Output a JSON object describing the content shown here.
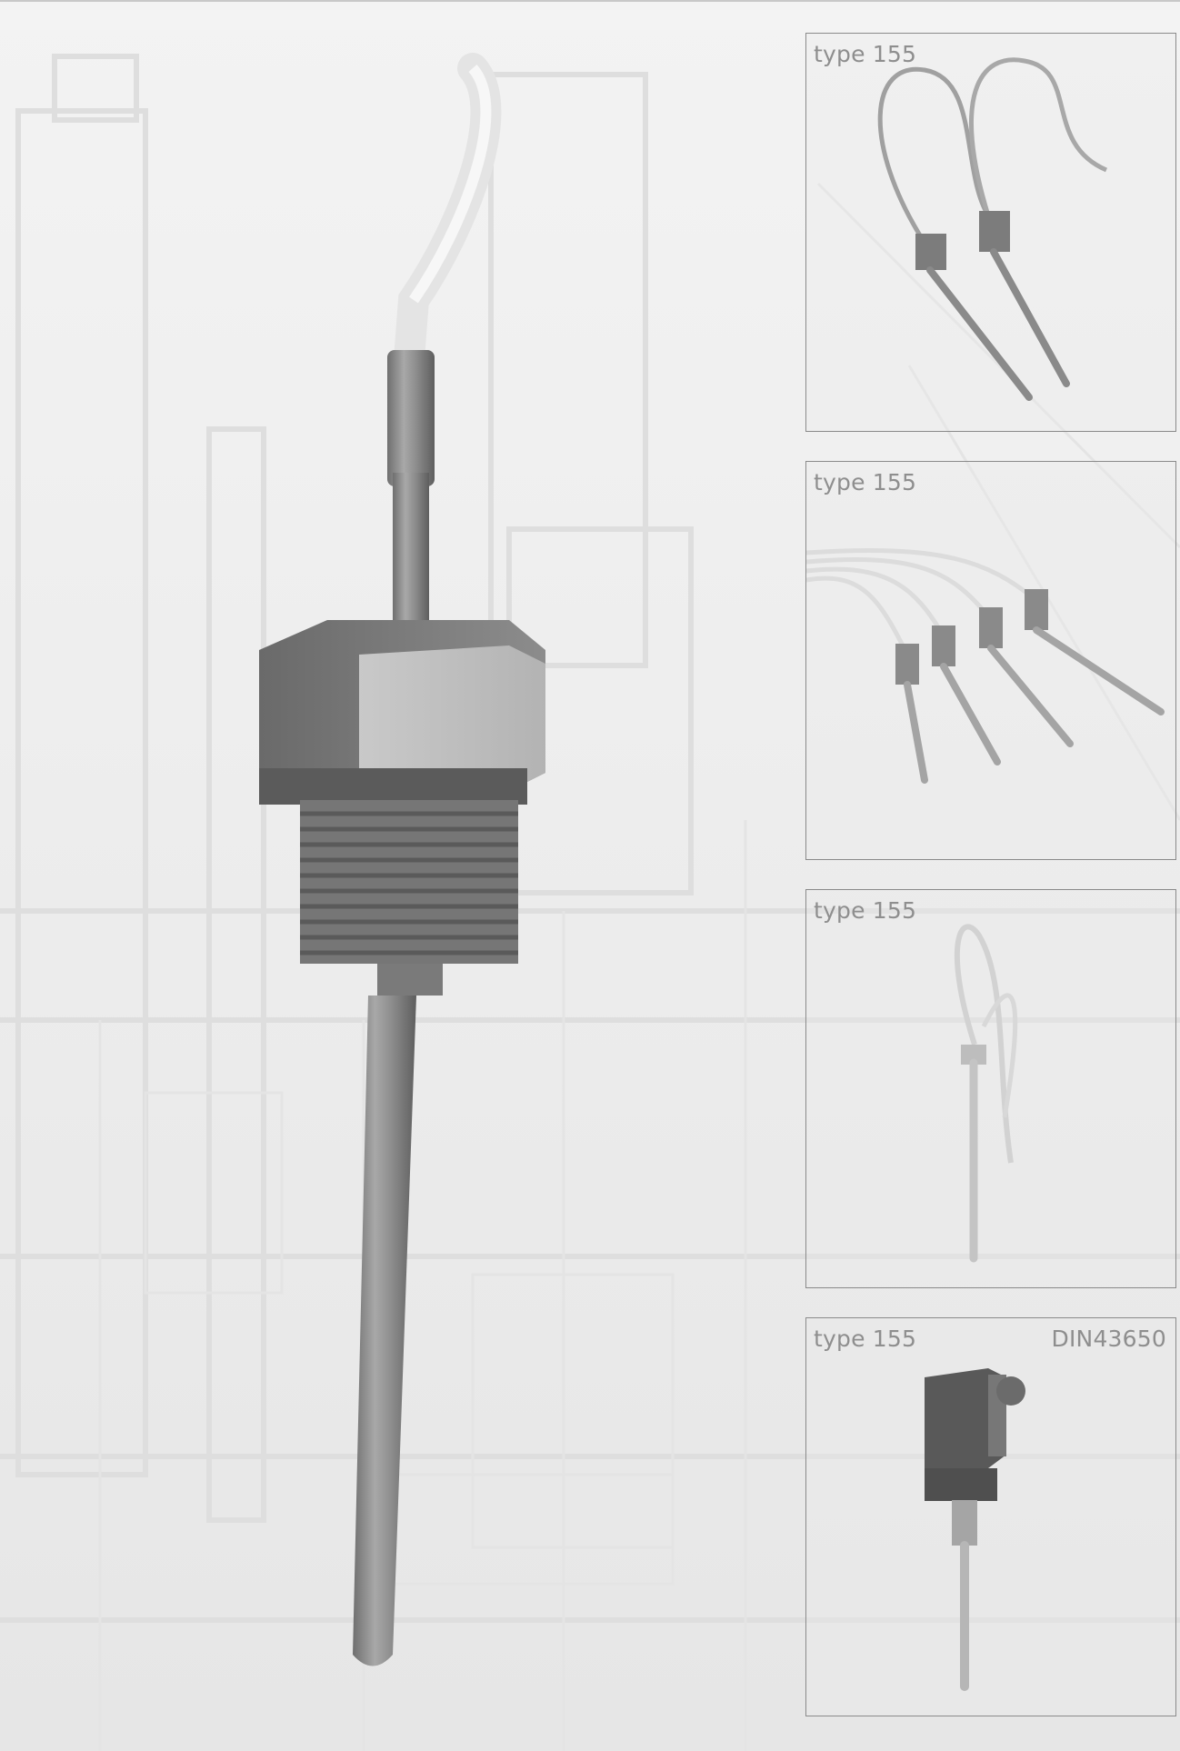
{
  "panels": [
    {
      "label": "type 155"
    },
    {
      "label": "type 155"
    },
    {
      "label": "type 155"
    },
    {
      "label": "type 155",
      "label_right": "DIN43650"
    }
  ],
  "colors": {
    "background": "#f1f1f1",
    "panel_border": "#8a8a8a",
    "label": "#8e8e8e"
  }
}
